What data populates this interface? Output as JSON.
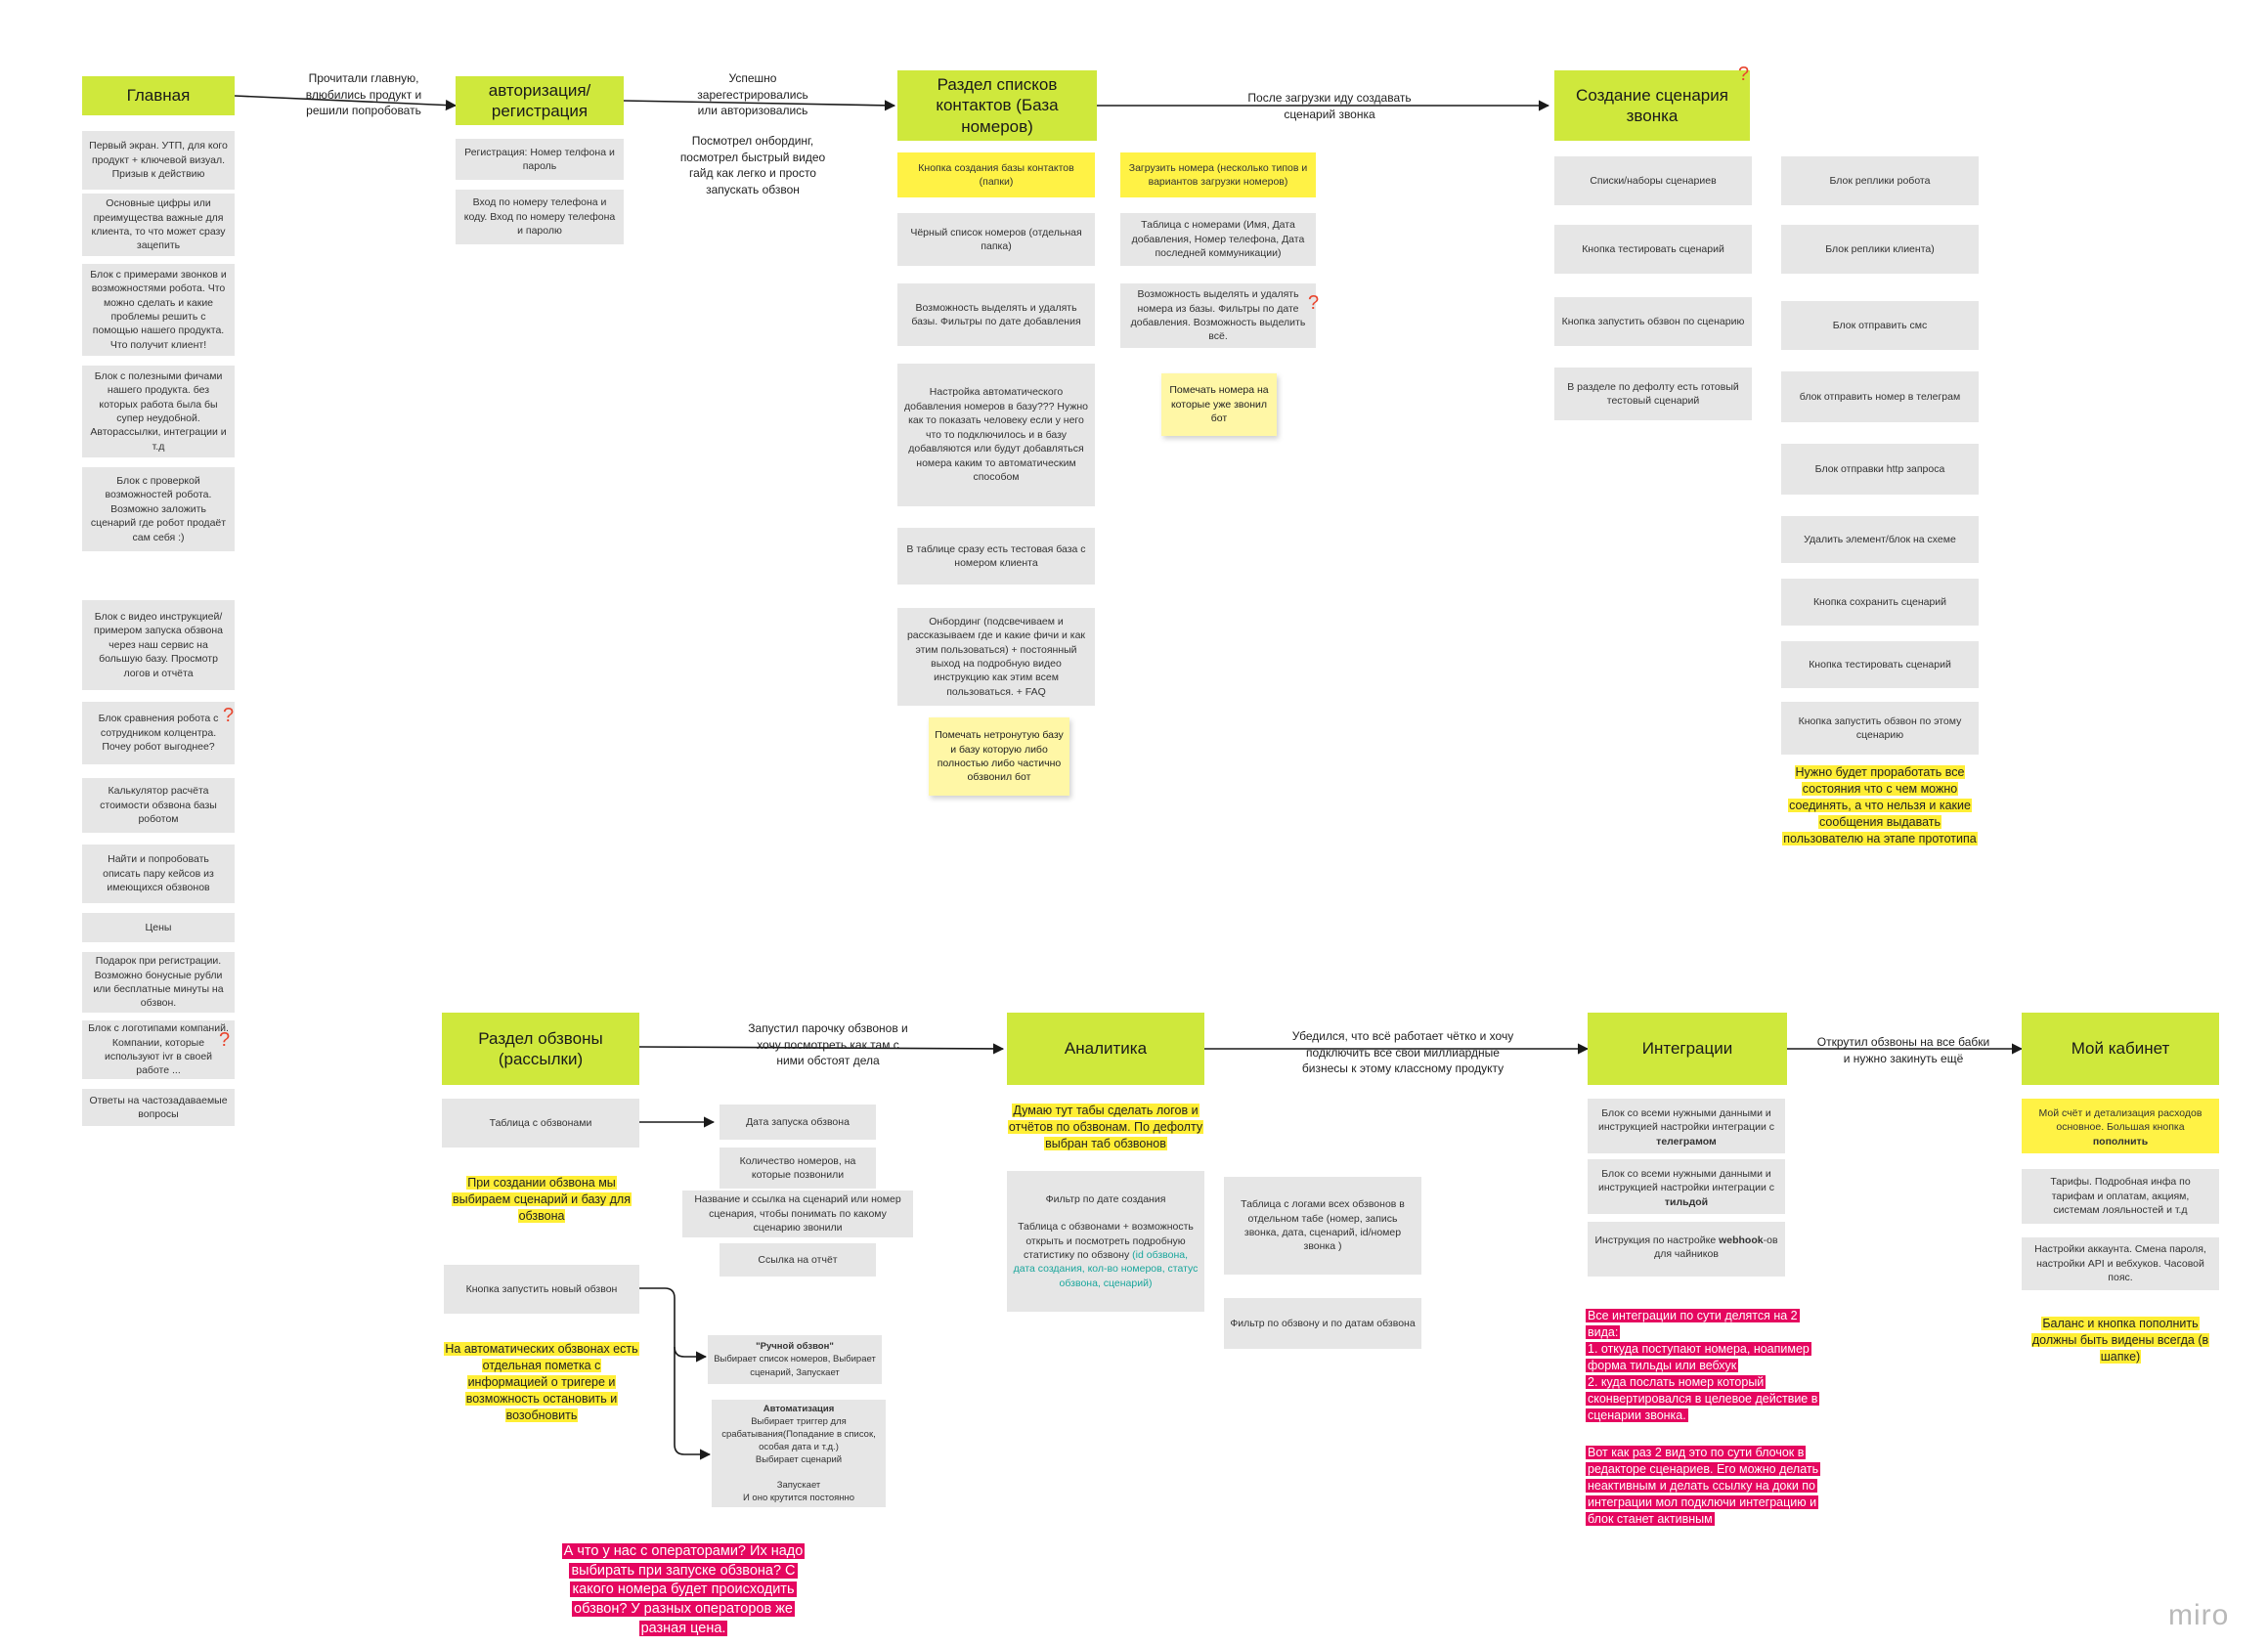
{
  "columns": {
    "glavnaya": {
      "title": "Главная",
      "cards": [
        "Первый экран. УТП, для кого продукт + ключевой визуал. Призыв к действию",
        "Основные цифры или преимущества важные для клиента, то что может сразу зацепить",
        "Блок с примерами звонков и возможностями робота. Что можно сделать и какие проблемы решить с помощью нашего продукта. Что получит клиент!",
        "Блок с полезными фичами нашего продукта. без которых работа была бы супер неудобной. Авторассылки, интеграции и т.д",
        "Блок с проверкой возможностей робота. Возможно заложить сценарий где робот продаёт сам себя :)",
        "Блок с видео инструкцией/ примером запуска обзвона через наш сервис на большую базу. Просмотр логов и отчёта",
        "Блок сравнения робота с сотрудником колцентра. Почеу робот выгоднее?",
        "Калькулятор расчёта стоимости обзвона базы роботом",
        "Найти и попробовать описать пару кейсов из имеющихся обзвонов",
        "Цены",
        "Подарок при регистрации. Возможно бонусные рубли или бесплатные минуты на обзвон.",
        "Блок с логотипами компаний. Компании, которые используют ivr в своей работе ...",
        "Ответы на частозадаваемые вопросы"
      ]
    },
    "auth": {
      "title": "авторизация/ регистрация",
      "cards": [
        "Регистрация: Номер телфона и пароль",
        "Вход по номеру телефона и коду. Вход по номеру телефона и паролю"
      ]
    },
    "contacts": {
      "title": "Раздел списков контактов (База номеров)",
      "cards_left": [
        "Кнопка создания базы контактов (папки)",
        "Чёрный список номеров (отдельная папка)",
        "Возможность выделять и удалять базы. Фильтры по дате добавления",
        "Настройка автоматического добавления номеров в базу??? Нужно как то показать человеку если у него что то подключилось и в базу добавляются или будут добавляться номера каким то автоматическим способом",
        "В таблице сразу есть тестовая база с номером клиента",
        "Онбординг (подсвечиваем и рассказываем где и какие фичи и как этим пользоваться) + постоянный выход на подробную видео инструкцию как этим всем пользоваться. + FAQ"
      ],
      "sticky_left": "Помечать нетронутую базу и базу которую либо полностью либо частично обзвонил бот",
      "cards_right": [
        "Загрузить номера (несколько типов и вариантов загрузки номеров)",
        "Таблица с номерами (Имя, Дата добавления, Номер телефона, Дата последней коммуникации)",
        "Возможность выделять и удалять номера из базы. Фильтры по дате добавления. Возможность выделить всё."
      ],
      "sticky_right": "Помечать номера на которые уже звонил бот"
    },
    "scenario": {
      "title": "Создание сценария звонка",
      "cards_left": [
        "Списки/наборы сценариев",
        "Кнопка тестировать сценарий",
        "Кнопка запустить обзвон по сценарию",
        "В разделе по дефолту есть готовый тестовый сценарий"
      ],
      "cards_right": [
        "Блок реплики робота",
        "Блок реплики клиента)",
        "Блок отправить смс",
        "блок отправить номер в телеграм",
        "Блок отправки http запроса",
        "Удалить элемент/блок на схеме",
        "Кнопка сохранить сценарий",
        "Кнопка тестировать сценарий",
        "Кнопка запустить обзвон по этому сценарию"
      ],
      "note": "Нужно будет проработать все состояния что с чем можно соединять, а что нельзя и какие сообщения выдавать пользователю на этапе прототипа"
    },
    "obzvony": {
      "title": "Раздел обзвоны (рассылки)",
      "table_card": "Таблица с обзвонами",
      "table_children": [
        "Дата запуска обзвона",
        "Количество номеров, на которые позвонили",
        "Название и ссылка на сценарий или номер сценария, чтобы понимать по какому сценарию звонили",
        "Ссылка на отчёт"
      ],
      "note_1": "При создании обзвона мы выбираем сценарий и базу для обзвона",
      "launch_card": "Кнопка запустить новый обзвон",
      "note_2": "На автоматических обзвонах есть отдельная пометка с информацией о тригере и возможность остановить и возобновить",
      "manual": {
        "title": "\"Ручной обзвон\"",
        "text": "Выбирает список номеров, Выбирает сценарий, Запускает"
      },
      "auto": {
        "title": "Автоматизация",
        "text": "Выбирает триггер для срабатывания(Попадание в список, особая дата и т.д.)\nВыбирает сценарий\n\nЗапускает\nИ оно крутится постоянно"
      },
      "pink_note": "А что у нас с операторами? Их надо выбирать при запуске обзвона? С какого номера будет происходить обзвон? У разных операторов же разная цена."
    },
    "analytics": {
      "title": "Аналитика",
      "note": "Думаю тут табы сделать логов и отчётов по обзвонам. По дефолту выбран таб обзвонов",
      "filter_title": "Фильтр по дате создания",
      "filter_text": "Таблица с обзвонами + возможность открыть и посмотреть подробную статистику по обзвону",
      "filter_teal": "(id обзвона, дата создания, кол-во номеров, статус обзвона, сценарий)",
      "logs_card": "Таблица с логами всех обзвонов в отдельном табе (номер, запись звонка, дата, сценарий, id/номер звонка )",
      "filter_card": "Фильтр по обзвону и по датам обзвона"
    },
    "integrations": {
      "title": "Интеграции",
      "card_1": {
        "text": "Блок со всеми нужными данными и инструкцией настройки интеграции с",
        "bold": "телеграмом"
      },
      "card_2": {
        "text": "Блок со всеми нужными данными и инструкцией настройки интеграции с",
        "bold": "тильдой"
      },
      "card_3": {
        "pre": "Инструкция по настройке",
        "bold": "webhook",
        "post": "-ов для чайников"
      },
      "pink_1": "Все интеграции по сути делятся на 2 вида:\n1. откуда поступают  номера, ноапимер форма тильды или вебхук\n2. куда послать номер который сконвертировался в целевое действие в сценарии звонка.",
      "pink_2": "Вот как раз 2 вид это по сути блочок в редакторе сценариев. Его можно делать неактивным и делать ссылку на доки по интеграции мол подключи интеграцию и блок станет активным"
    },
    "cabinet": {
      "title": "Мой кабинет",
      "card_1": {
        "text": "Мой счёт и детализация расходов основное. Большая кнопка",
        "bold": "пополнить"
      },
      "card_2": "Тарифы. Подробная инфа по тарифам и оплатам, акциям, системам лояльностей и т.д",
      "card_3": "Настройки аккаунта. Смена пароля, настройки API и вебхуков. Часовой пояс.",
      "note": "Баланс и кнопка пополнить должны быть видены всегда (в шапке)"
    }
  },
  "edge_labels": {
    "glavnaya_auth": "Прочитали главную,\nвлюбились продукт и\nрешили попробовать",
    "auth_contacts_1": "Успешно\nзарегестрировались\nили авторизовались",
    "auth_contacts_2": "Посмотрел онбординг,\nпосмотрел быстрый видео\nгайд как легко и просто\nзапускать обзвон",
    "contacts_scenario": "После загрузки иду создавать\nсценарий звонка",
    "obzvony_analytics": "Запустил парочку обзвонов и\nхочу посмотреть как там с\nними обстоят дела",
    "analytics_integrations": "Убедился, что всё работает чётко и хочу\nподключить все свои миллиардные\nбизнесы к этому классному продукту",
    "integrations_cabinet": "Открутил обзвоны на все бабки\nи нужно закинуть ещё"
  },
  "question_mark": "?",
  "watermark": "miro"
}
